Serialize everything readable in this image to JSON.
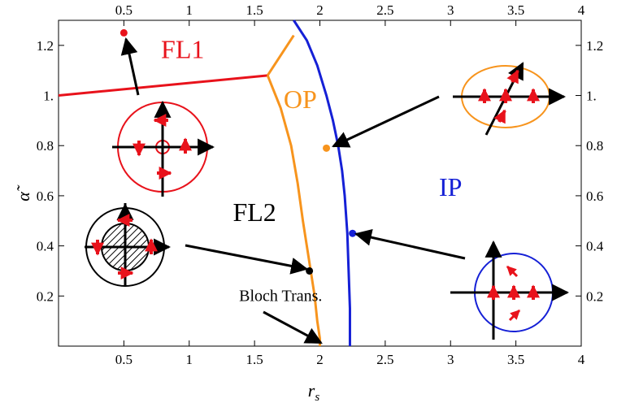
{
  "chart_data": {
    "type": "line",
    "xlabel": "r",
    "xlabel_sub": "s",
    "ylabel": "α̃",
    "xlim": [
      0,
      4
    ],
    "ylim": [
      0,
      1.3
    ],
    "x_ticks": [
      0.5,
      1,
      1.5,
      2,
      2.5,
      3,
      3.5,
      4
    ],
    "x_tick_labels": [
      "0.5",
      "1",
      "1.5",
      "2",
      "2.5",
      "3",
      "3.5",
      "4"
    ],
    "y_ticks": [
      0.2,
      0.4,
      0.6,
      0.8,
      1.0,
      1.2
    ],
    "y_tick_labels": [
      "0.2",
      "0.4",
      "0.6",
      "0.8",
      "1.",
      "1.2"
    ],
    "mirror_axes": true,
    "grid": false,
    "series": [
      {
        "color": "#e8121b",
        "x": [
          0,
          1.6,
          1.6
        ],
        "y": [
          1.0,
          1.08,
          1.08
        ]
      },
      {
        "color": "#f7941d",
        "x": [
          1.6,
          1.8
        ],
        "y": [
          1.08,
          1.24
        ]
      },
      {
        "color": "#f7941d",
        "x": [
          1.6,
          1.7,
          1.78,
          1.83,
          1.87,
          1.9,
          1.93,
          1.96,
          1.98,
          2.0,
          2.0
        ],
        "y": [
          1.08,
          0.95,
          0.8,
          0.65,
          0.5,
          0.4,
          0.3,
          0.2,
          0.1,
          0.03,
          0.0
        ]
      },
      {
        "color": "#1520d6",
        "x": [
          1.8,
          1.9,
          1.98,
          2.05,
          2.1,
          2.14,
          2.17,
          2.19,
          2.21,
          2.22,
          2.23,
          2.23
        ],
        "y": [
          1.3,
          1.22,
          1.12,
          1.0,
          0.9,
          0.8,
          0.7,
          0.6,
          0.45,
          0.3,
          0.15,
          0.0
        ]
      }
    ],
    "points": [
      {
        "x": 0.5,
        "y": 1.25,
        "color": "#e8121b"
      },
      {
        "x": 2.05,
        "y": 0.79,
        "color": "#f7941d"
      },
      {
        "x": 2.25,
        "y": 0.45,
        "color": "#1520d6"
      },
      {
        "x": 1.92,
        "y": 0.3,
        "color": "#000000"
      }
    ],
    "regions": [
      {
        "label": "FL1",
        "x": 0.95,
        "y": 1.15,
        "color": "#e8121b"
      },
      {
        "label": "OP",
        "x": 1.85,
        "y": 0.95,
        "color": "#f7941d"
      },
      {
        "label": "FL2",
        "x": 1.5,
        "y": 0.5,
        "color": "#000000"
      },
      {
        "label": "IP",
        "x": 3.0,
        "y": 0.6,
        "color": "#1520d6"
      }
    ],
    "annotations": [
      {
        "label": "Bloch Trans.",
        "x": 1.7,
        "y": 0.18
      }
    ]
  }
}
